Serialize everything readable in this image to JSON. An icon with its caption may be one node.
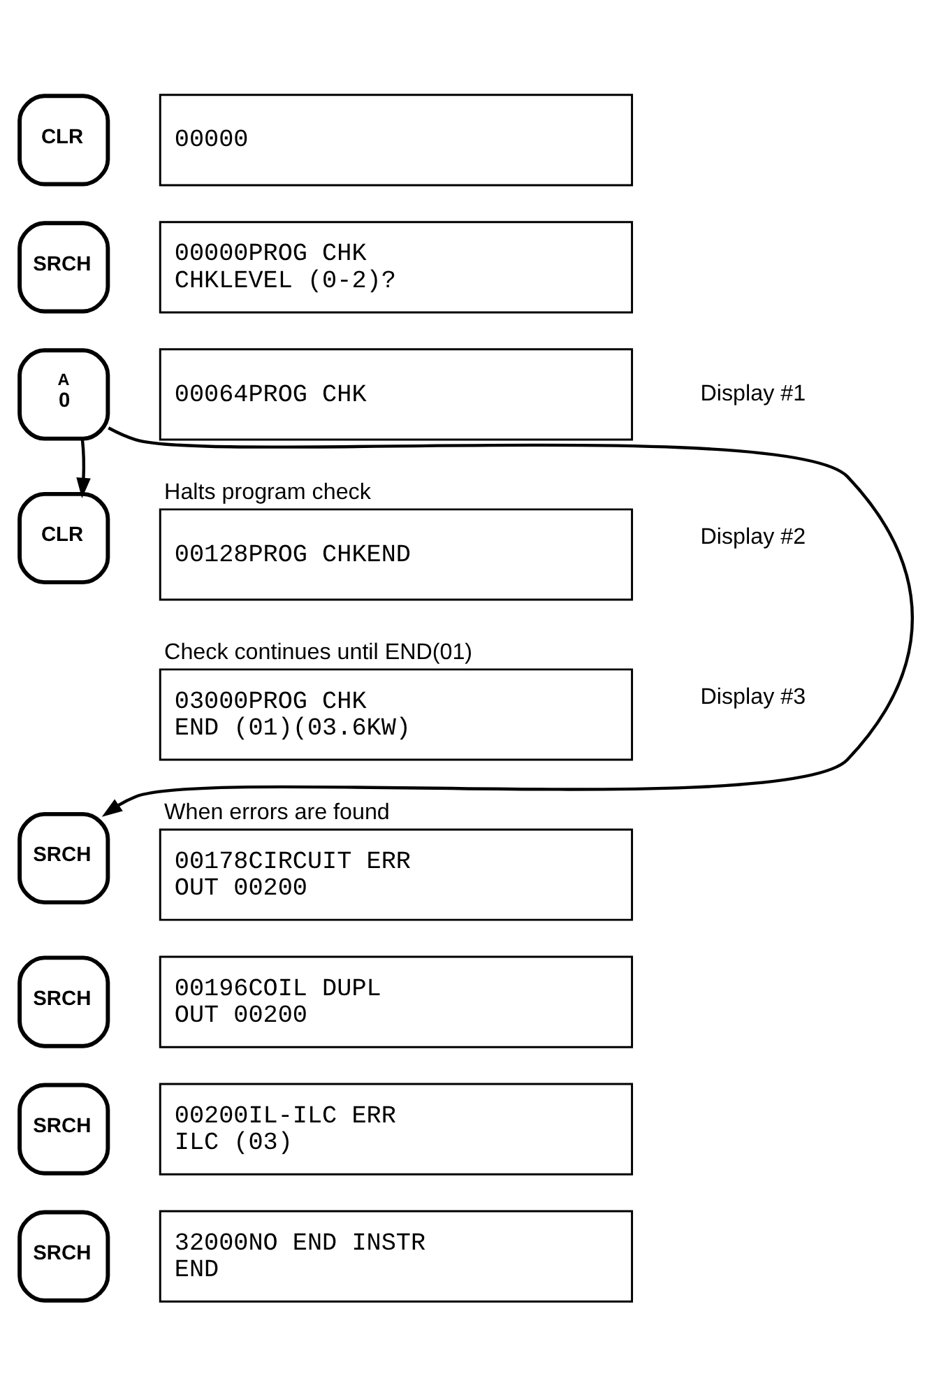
{
  "diagram": {
    "nodes": [
      {
        "text": [
          "CLR"
        ]
      },
      {
        "text": [
          "00000"
        ]
      },
      {
        "text": [
          "SRCH"
        ]
      },
      {
        "text": [
          "00000PROG CHK",
          "CHKLEVEL (0-2)?"
        ]
      },
      {
        "text": [
          "A",
          "0"
        ]
      },
      {
        "text": [
          "00064PROG CHK"
        ],
        "beside": [
          "Display #1"
        ]
      },
      {
        "text": [
          "CLR"
        ]
      },
      {
        "text": [
          "Halts program check",
          "00128PROG CHKEND"
        ],
        "beside": [
          "Display #2"
        ]
      },
      {
        "text": [
          "Check continues until END(01)",
          "03000PROG CHK",
          "END (01)(03.6KW)"
        ],
        "beside": [
          "Display #3"
        ]
      },
      {
        "text": [
          "SRCH"
        ]
      },
      {
        "text": [
          "When errors are found",
          "00178CIRCUIT ERR",
          "OUT 00200"
        ]
      },
      {
        "text": [
          "SRCH"
        ]
      },
      {
        "text": [
          "00196COIL DUPL",
          "OUT 00200"
        ]
      },
      {
        "text": [
          "SRCH"
        ]
      },
      {
        "text": [
          "00200IL-ILC ERR",
          "ILC (03)"
        ]
      },
      {
        "text": [
          "SRCH"
        ]
      },
      {
        "text": [
          "32000NO END INSTR",
          "END"
        ]
      }
    ],
    "edges": [
      {
        "from": 4,
        "to": 6,
        "arrow": "to"
      },
      {
        "from": 4,
        "to": 9,
        "arrow": "to"
      }
    ]
  }
}
